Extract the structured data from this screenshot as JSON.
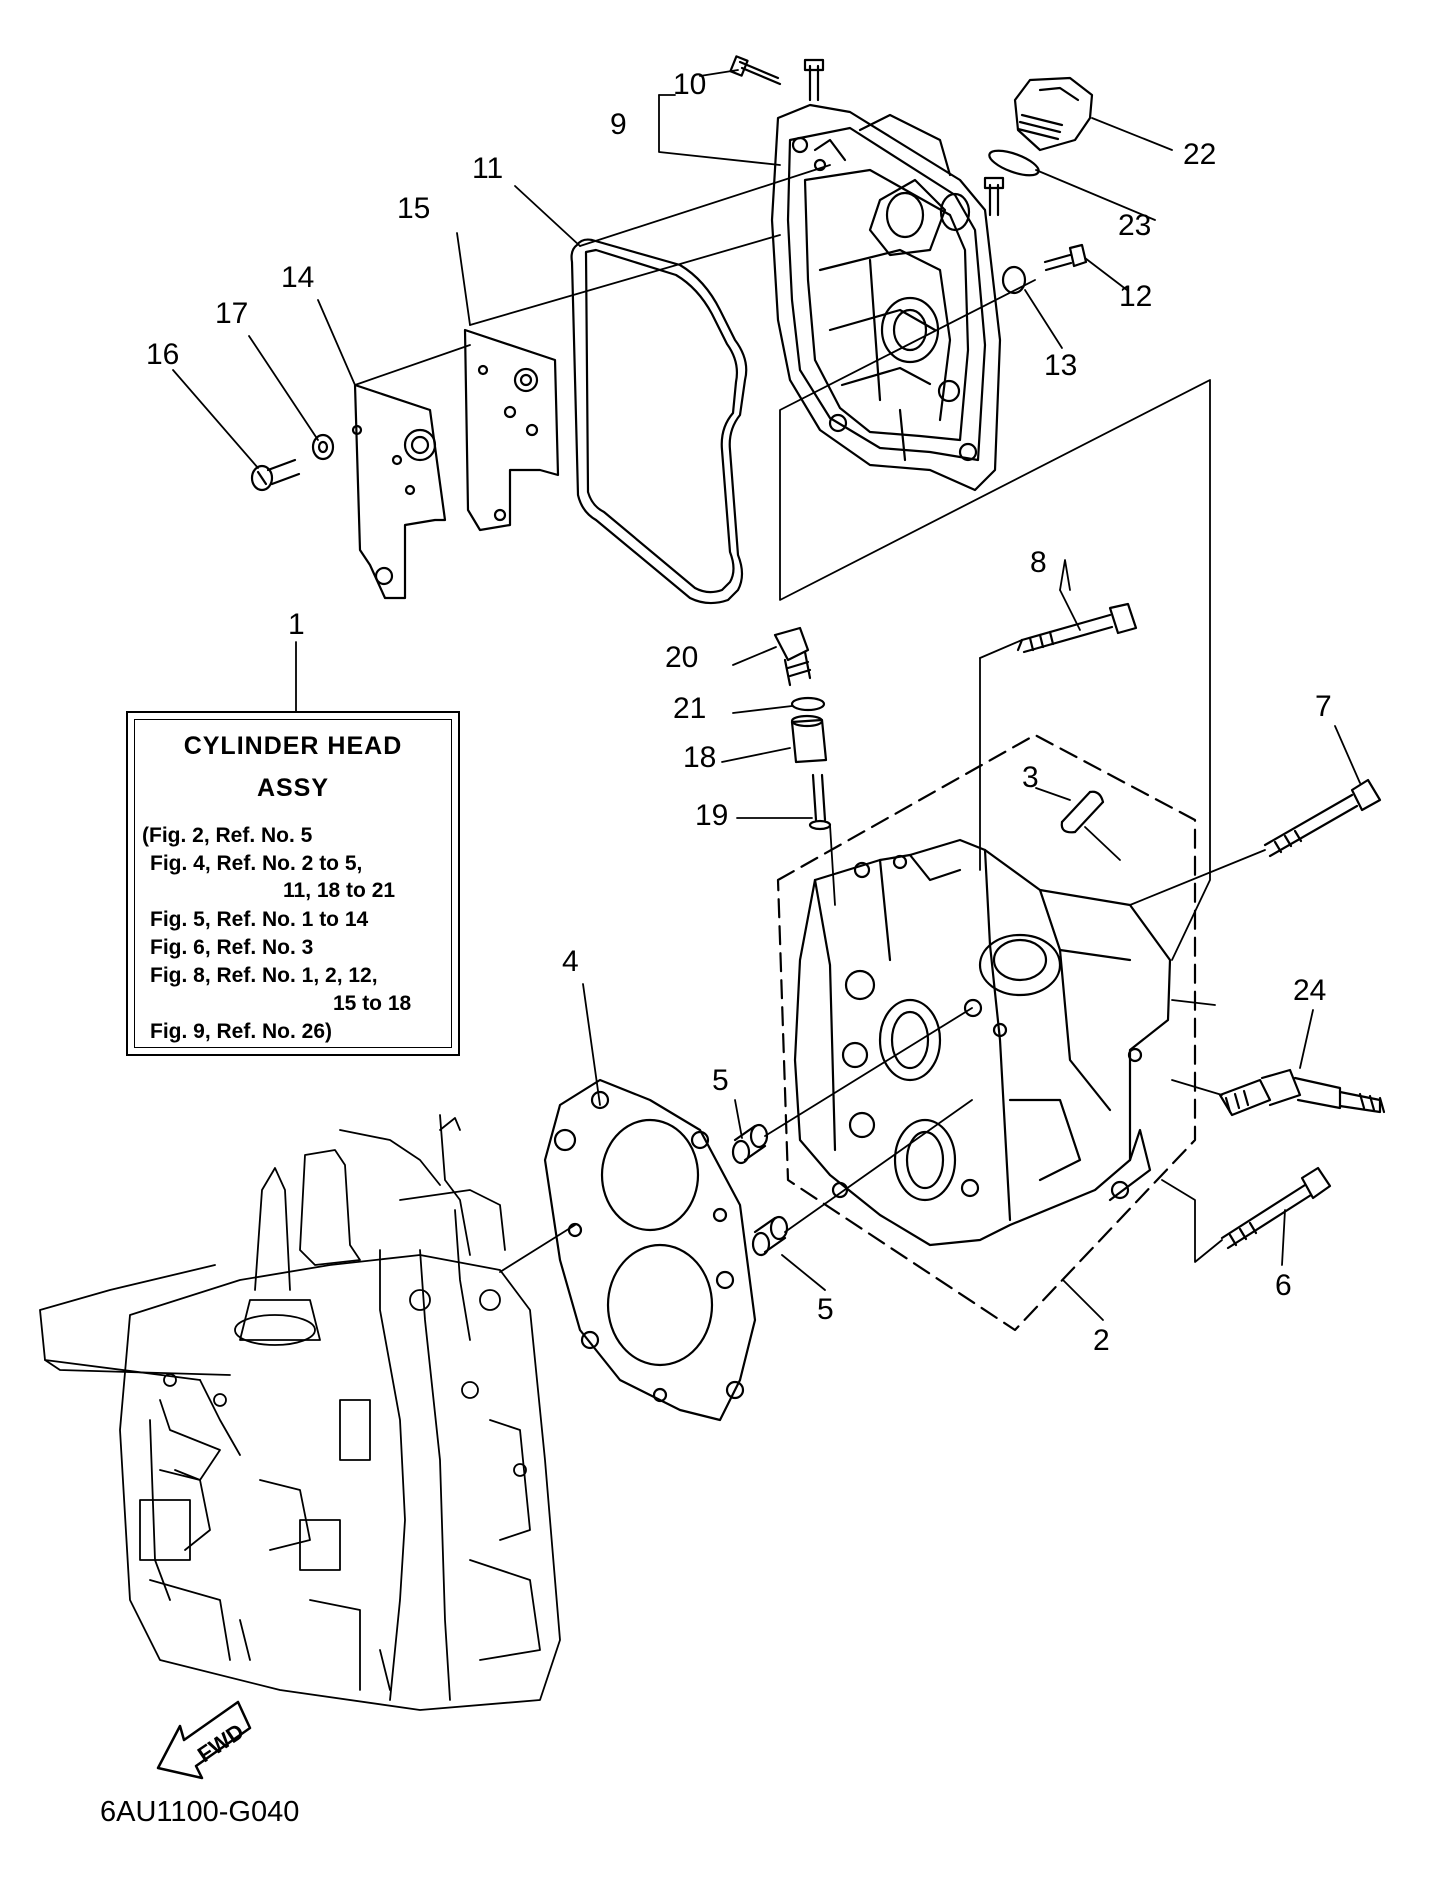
{
  "callouts": [
    "10",
    "9",
    "11",
    "15",
    "14",
    "17",
    "16",
    "22",
    "23",
    "12",
    "13",
    "8",
    "20",
    "21",
    "18",
    "19",
    "7",
    "3",
    "4",
    "24",
    "5",
    "5",
    "6",
    "2",
    "1"
  ],
  "infobox": {
    "title1": "CYLINDER HEAD",
    "title2": "ASSY",
    "lines": [
      "(Fig. 2, Ref. No. 5",
      "Fig. 4, Ref. No. 2 to 5,",
      "11, 18 to 21",
      "Fig. 5, Ref. No. 1 to 14",
      "Fig. 6, Ref. No. 3",
      "Fig. 8, Ref. No. 1, 2, 12,",
      "15 to 18",
      "Fig. 9, Ref. No. 26)"
    ]
  },
  "fwd_label": "FWD",
  "figure_code": "6AU1100-G040"
}
